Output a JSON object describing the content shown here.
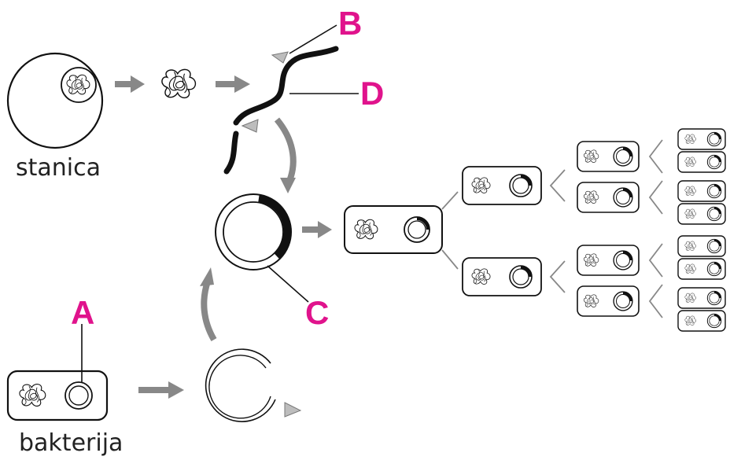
{
  "labels": {
    "cell": "stanica",
    "bacterium": "bakterija",
    "a": "A",
    "b": "B",
    "c": "C",
    "d": "D"
  },
  "colors": {
    "accent": "#e0138c",
    "arrow": "#888888",
    "line": "#111111",
    "marker": "#bdbdbd"
  },
  "icons": {
    "dna_tangle": "scribble-tangle-icon",
    "plasmid": "ring-icon",
    "arrow": "grey-block-arrow-icon",
    "cut_marker": "grey-triangle-icon"
  }
}
